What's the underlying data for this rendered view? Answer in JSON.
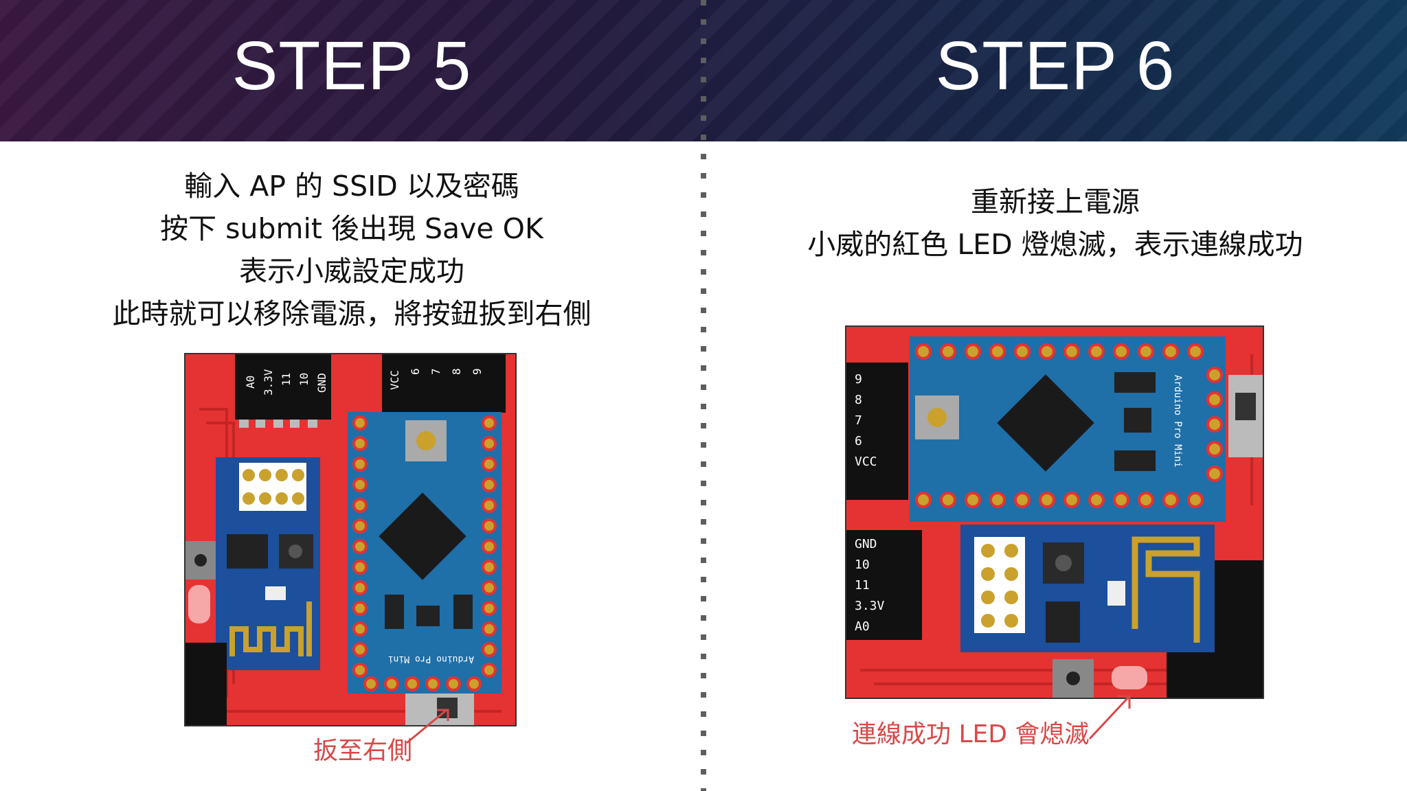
{
  "step5": {
    "title": "STEP 5",
    "lines": [
      "輸入 AP 的 SSID 以及密碼",
      "按下 submit 後出現 Save OK",
      "表示小威設定成功",
      "此時就可以移除電源，將按鈕扳到右側"
    ],
    "header_pins": [
      "A0",
      "3.3V",
      "11",
      "10",
      "GND"
    ],
    "top_pins": [
      "VCC",
      "6",
      "7",
      "8",
      "9"
    ],
    "board_label": "Arduino Pro Mini",
    "caption": "扳至右側"
  },
  "step6": {
    "title": "STEP 6",
    "lines": [
      "重新接上電源",
      "小威的紅色 LED 燈熄滅，表示連線成功"
    ],
    "side_pins_top": [
      "9",
      "8",
      "7",
      "6",
      "VCC"
    ],
    "side_pins_bottom": [
      "GND",
      "10",
      "11",
      "3.3V",
      "A0"
    ],
    "board_label": "Arduino Pro Mini",
    "caption": "連線成功 LED 會熄滅"
  },
  "colors": {
    "board_red": "#e53232",
    "pcb_blue": "#1f6fa8",
    "esp_blue": "#1c4f9c",
    "caption_red": "#d94848",
    "header_dark": "#241a3e"
  }
}
